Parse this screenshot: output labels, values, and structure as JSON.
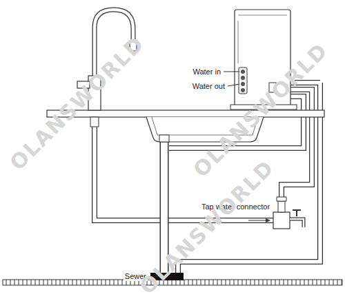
{
  "diagram": {
    "labels": [
      "Water in",
      "Water out",
      "Tap water connector",
      "Sewer",
      "OLANSWORLD",
      "OLANSWORLD",
      "OLANSWORLD"
    ]
  }
}
